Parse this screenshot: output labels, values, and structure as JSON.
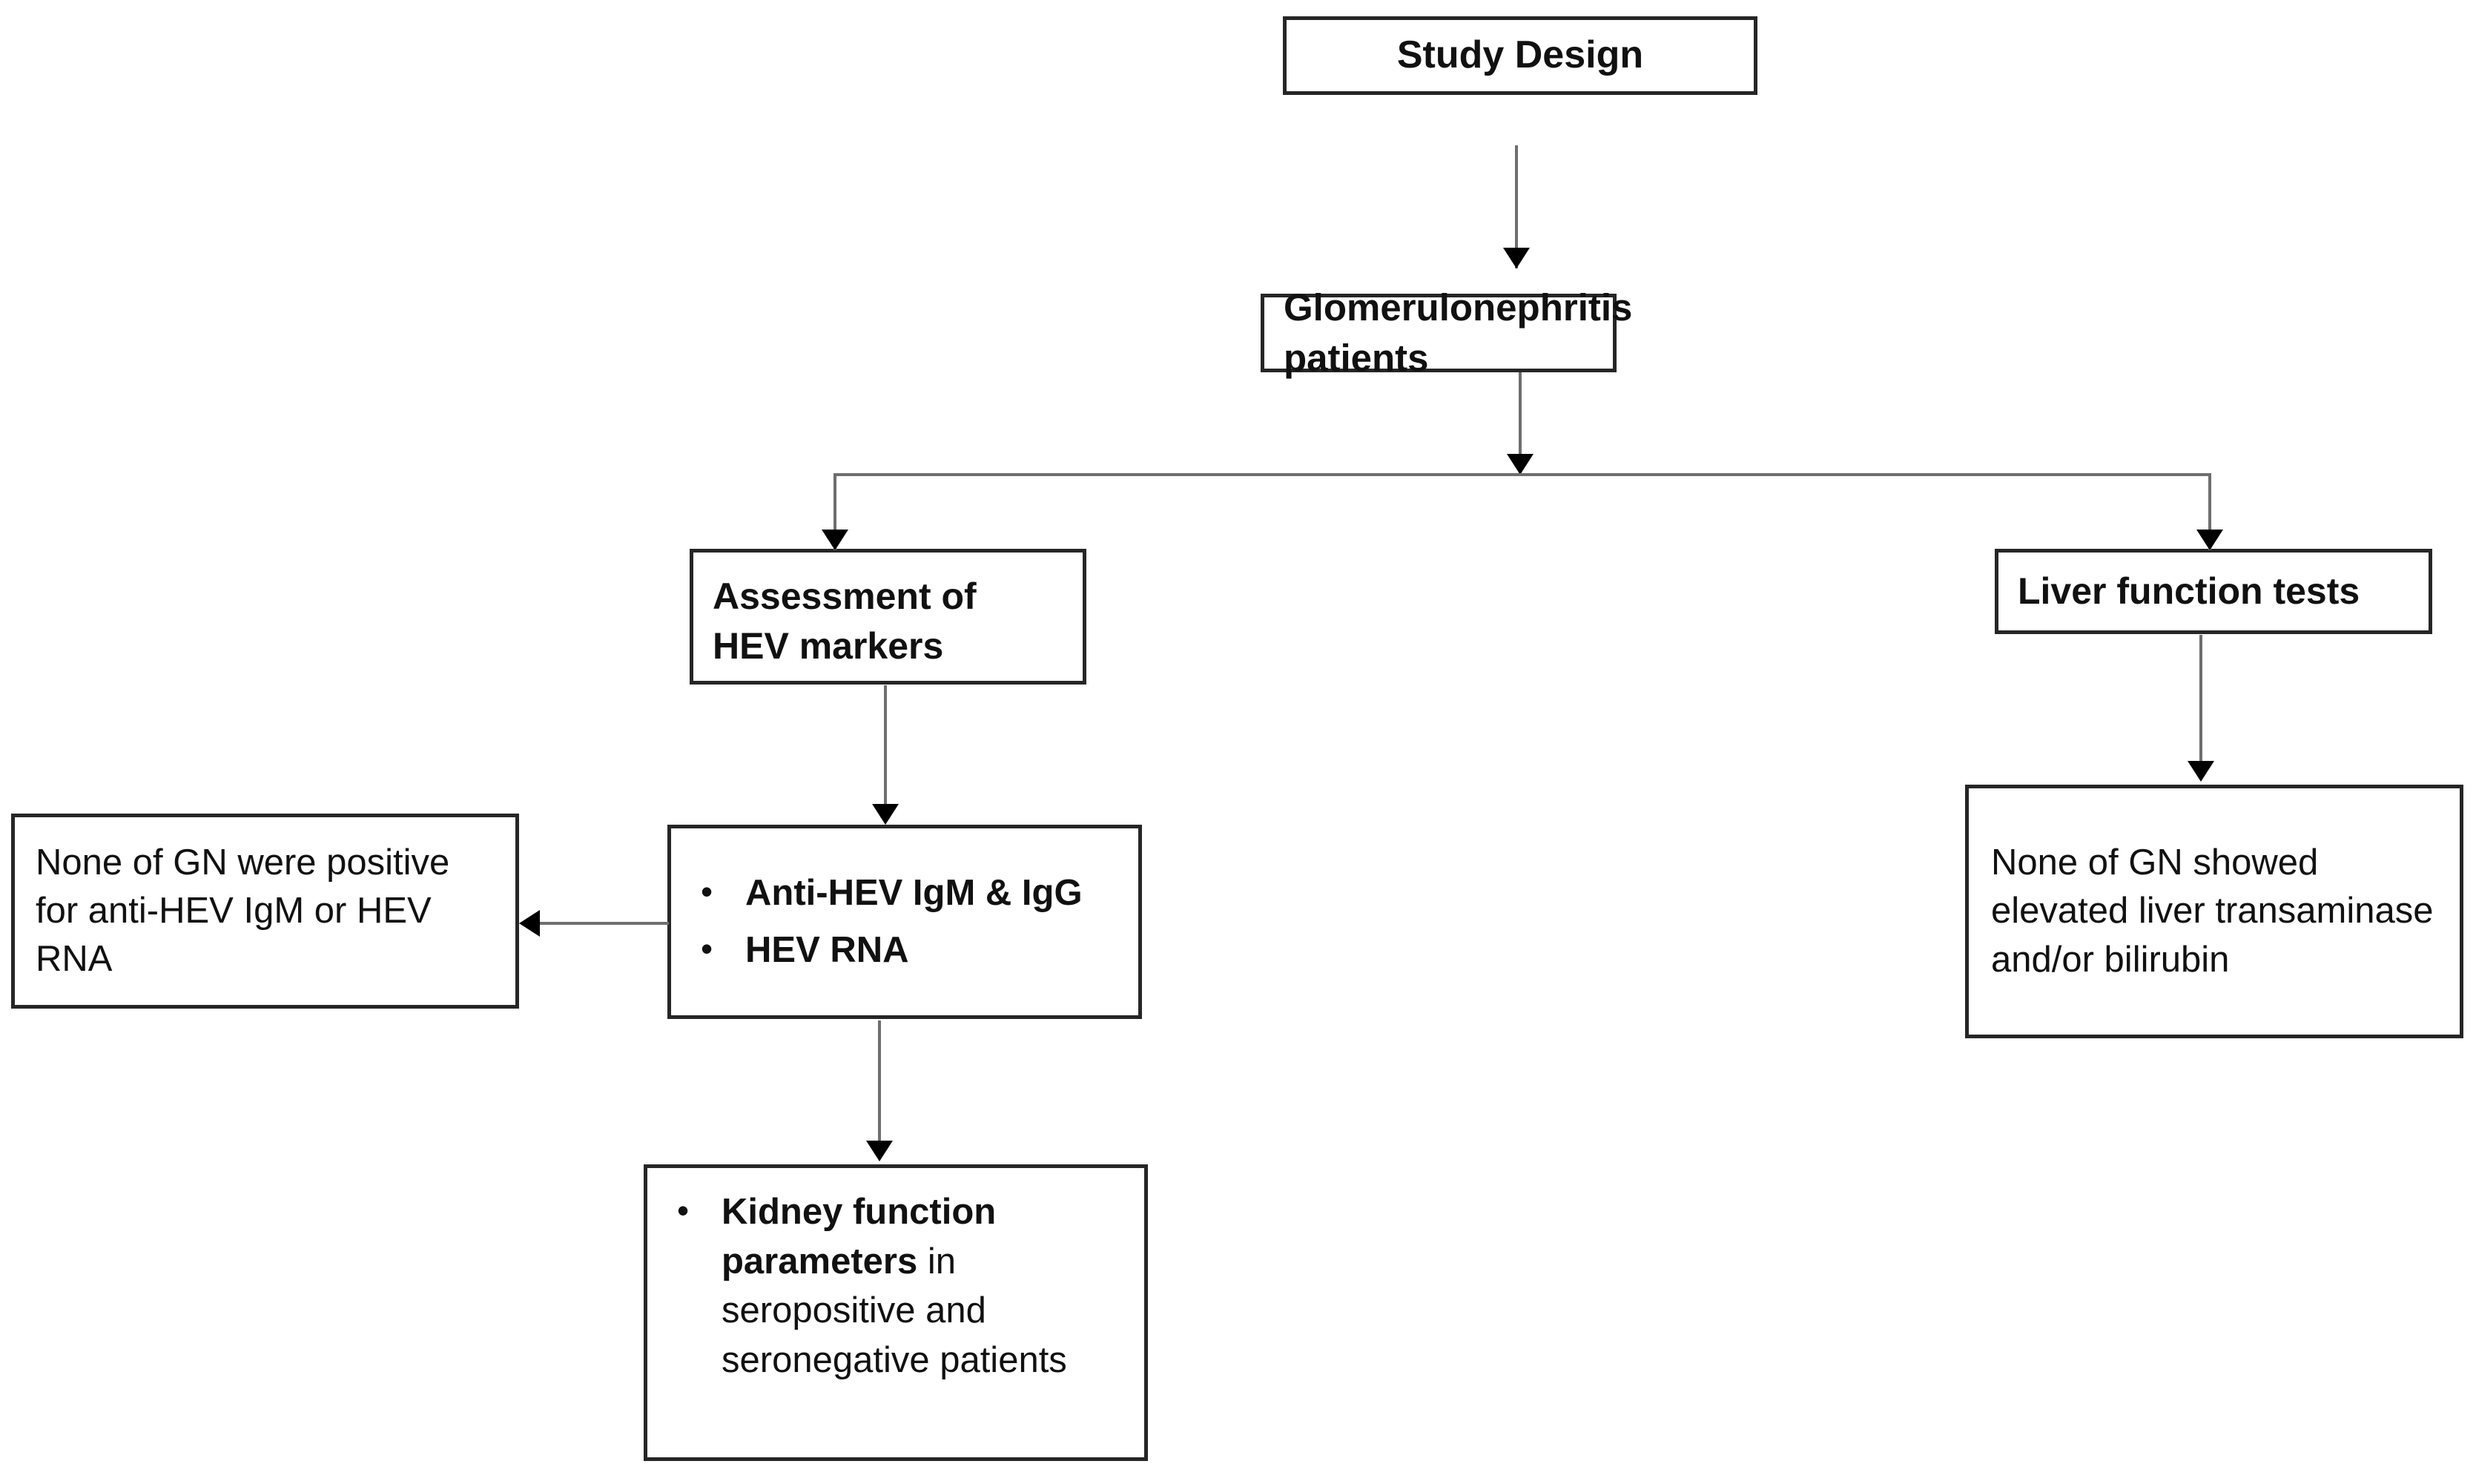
{
  "diagram": {
    "title": "Study Design",
    "nodes": {
      "study_design": {
        "label": "Study Design"
      },
      "gn_patients": {
        "label": "Glomerulonephritis patients"
      },
      "assessment_hev": {
        "line1": "Assessment of",
        "line2": "HEV markers"
      },
      "liver_function_tests": {
        "label": "Liver function tests"
      },
      "hev_markers_list": {
        "bullet_char": "•",
        "items": [
          "Anti-HEV IgM & IgG",
          "HEV RNA"
        ]
      },
      "none_gn_hev": {
        "label": "None of GN were positive for anti-HEV IgM or HEV RNA"
      },
      "none_gn_liver": {
        "label": "None of GN showed elevated liver transaminase and/or bilirubin"
      },
      "kidney_function": {
        "bullet_char": "•",
        "bold_part": "Kidney function parameters",
        "rest_part": " in seropositive and seronegative patients"
      }
    },
    "colors": {
      "box_border": "#262626",
      "connector": "#6e6e6e",
      "arrow_head": "#000000",
      "text": "#111111",
      "background": "#ffffff"
    }
  }
}
